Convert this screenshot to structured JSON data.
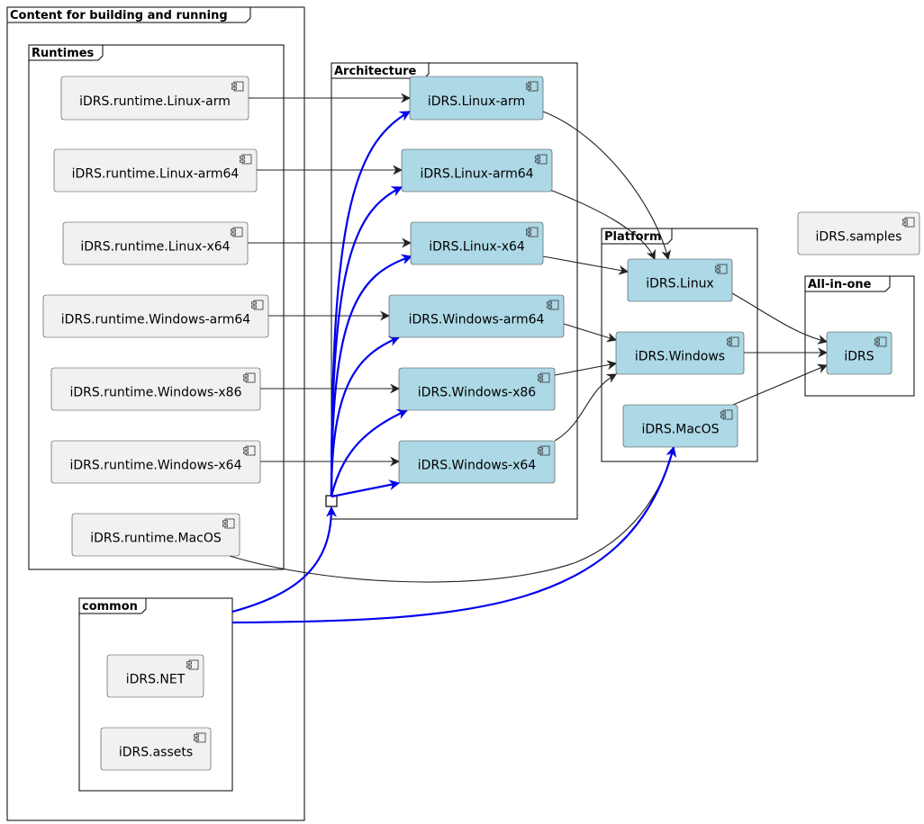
{
  "colors": {
    "component_default": "#F1F1F1",
    "component_highlight": "#ADD8E6",
    "edge_default": "#222222",
    "edge_highlight": "#0000EE"
  },
  "frames": {
    "content": "Content for building and running",
    "runtimes": "Runtimes",
    "architecture": "Architecture",
    "common": "common",
    "platform": "Platform",
    "allinone": "All-in-one"
  },
  "components": {
    "rt_linux_arm": "iDRS.runtime.Linux-arm",
    "rt_linux_arm64": "iDRS.runtime.Linux-arm64",
    "rt_linux_x64": "iDRS.runtime.Linux-x64",
    "rt_windows_arm64": "iDRS.runtime.Windows-arm64",
    "rt_windows_x86": "iDRS.runtime.Windows-x86",
    "rt_windows_x64": "iDRS.runtime.Windows-x64",
    "rt_macos": "iDRS.runtime.MacOS",
    "idrs_net": "iDRS.NET",
    "idrs_assets": "iDRS.assets",
    "arch_linux_arm": "iDRS.Linux-arm",
    "arch_linux_arm64": "iDRS.Linux-arm64",
    "arch_linux_x64": "iDRS.Linux-x64",
    "arch_windows_arm64": "iDRS.Windows-arm64",
    "arch_windows_x86": "iDRS.Windows-x86",
    "arch_windows_x64": "iDRS.Windows-x64",
    "plat_linux": "iDRS.Linux",
    "plat_windows": "iDRS.Windows",
    "plat_macos": "iDRS.MacOS",
    "samples": "iDRS.samples",
    "idrs": "iDRS"
  },
  "edges": [
    {
      "from": "rt_linux_arm",
      "to": "arch_linux_arm",
      "style": "default"
    },
    {
      "from": "rt_linux_arm64",
      "to": "arch_linux_arm64",
      "style": "default"
    },
    {
      "from": "rt_linux_x64",
      "to": "arch_linux_x64",
      "style": "default"
    },
    {
      "from": "rt_windows_arm64",
      "to": "arch_windows_arm64",
      "style": "default"
    },
    {
      "from": "rt_windows_x86",
      "to": "arch_windows_x86",
      "style": "default"
    },
    {
      "from": "rt_windows_x64",
      "to": "arch_windows_x64",
      "style": "default"
    },
    {
      "from": "rt_macos",
      "to": "plat_macos",
      "style": "default"
    },
    {
      "from": "arch_linux_arm",
      "to": "plat_linux",
      "style": "default"
    },
    {
      "from": "arch_linux_arm64",
      "to": "plat_linux",
      "style": "default"
    },
    {
      "from": "arch_linux_x64",
      "to": "plat_linux",
      "style": "default"
    },
    {
      "from": "arch_windows_arm64",
      "to": "plat_windows",
      "style": "default"
    },
    {
      "from": "arch_windows_x86",
      "to": "plat_windows",
      "style": "default"
    },
    {
      "from": "arch_windows_x64",
      "to": "plat_windows",
      "style": "default"
    },
    {
      "from": "plat_linux",
      "to": "idrs",
      "style": "default"
    },
    {
      "from": "plat_windows",
      "to": "idrs",
      "style": "default"
    },
    {
      "from": "plat_macos",
      "to": "idrs",
      "style": "default"
    },
    {
      "from": "common",
      "to": "arch_port",
      "style": "highlight"
    },
    {
      "from": "common",
      "to": "plat_macos",
      "style": "highlight"
    },
    {
      "from": "arch_port",
      "to": "arch_linux_arm",
      "style": "highlight"
    },
    {
      "from": "arch_port",
      "to": "arch_linux_arm64",
      "style": "highlight"
    },
    {
      "from": "arch_port",
      "to": "arch_linux_x64",
      "style": "highlight"
    },
    {
      "from": "arch_port",
      "to": "arch_windows_arm64",
      "style": "highlight"
    },
    {
      "from": "arch_port",
      "to": "arch_windows_x86",
      "style": "highlight"
    },
    {
      "from": "arch_port",
      "to": "arch_windows_x64",
      "style": "highlight"
    }
  ]
}
